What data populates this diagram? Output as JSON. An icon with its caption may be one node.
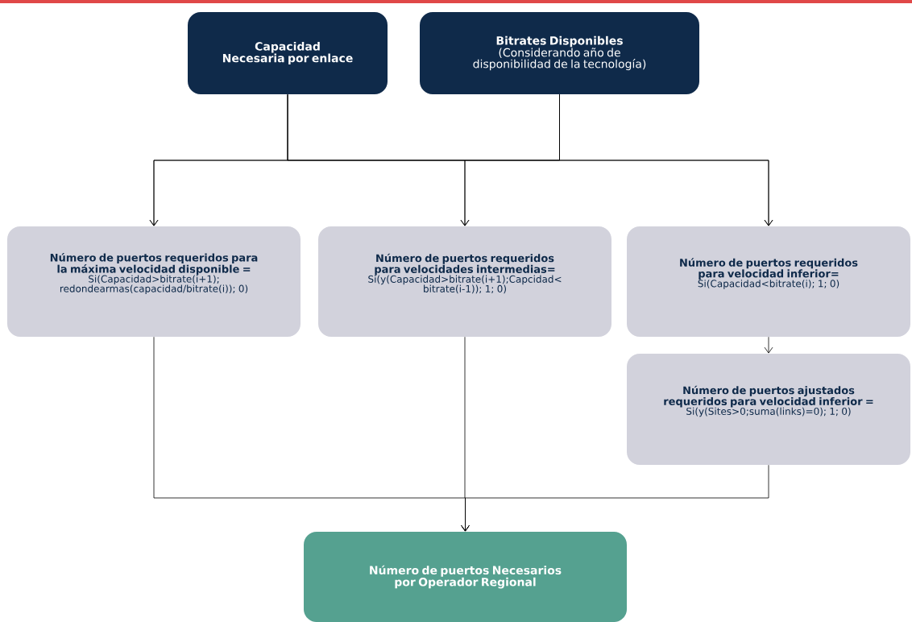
{
  "diagram": {
    "nodes": [
      {
        "text": [
          "Capacidad Necesaria por enlace"
        ]
      },
      {
        "text": [
          "Bitrates Disponibles",
          "(Considerando año de disponibilidad de la tecnología)"
        ]
      },
      {
        "text": [
          "Número de puertos requeridos para la máxima velocidad disponible =",
          "Si(Capacidad>bitrate(i+1); redondearmas(capacidad/bitrate(i)); 0)"
        ]
      },
      {
        "text": [
          "Número de puertos requeridos para velocidades intermedias=",
          "Si(y(Capacidad>bitrate(i+1);Capcidad< bitrate(i-1)); 1; 0)"
        ]
      },
      {
        "text": [
          "Número de puertos requeridos para velocidad inferior=",
          "Si(Capacidad<bitrate(i); 1; 0)"
        ]
      },
      {
        "text": [
          "Número de puertos ajustados requeridos para velocidad inferior =",
          "Si(y(Sites>0;suma(links)=0); 1; 0)"
        ]
      },
      {
        "text": [
          "Número de puertos Necesarios por Operador Regional"
        ]
      }
    ],
    "edges": [
      {
        "from": 0,
        "to": 2,
        "arrow": "to"
      },
      {
        "from": 0,
        "to": 3,
        "arrow": "to"
      },
      {
        "from": 0,
        "to": 4,
        "arrow": "to"
      },
      {
        "from": 1,
        "to": 2,
        "arrow": "to"
      },
      {
        "from": 1,
        "to": 3,
        "arrow": "to"
      },
      {
        "from": 1,
        "to": 4,
        "arrow": "to"
      },
      {
        "from": 4,
        "to": 5,
        "arrow": "to"
      },
      {
        "from": 2,
        "to": 6,
        "arrow": "to"
      },
      {
        "from": 3,
        "to": 6,
        "arrow": "to"
      },
      {
        "from": 5,
        "to": 6,
        "arrow": "to"
      }
    ]
  }
}
